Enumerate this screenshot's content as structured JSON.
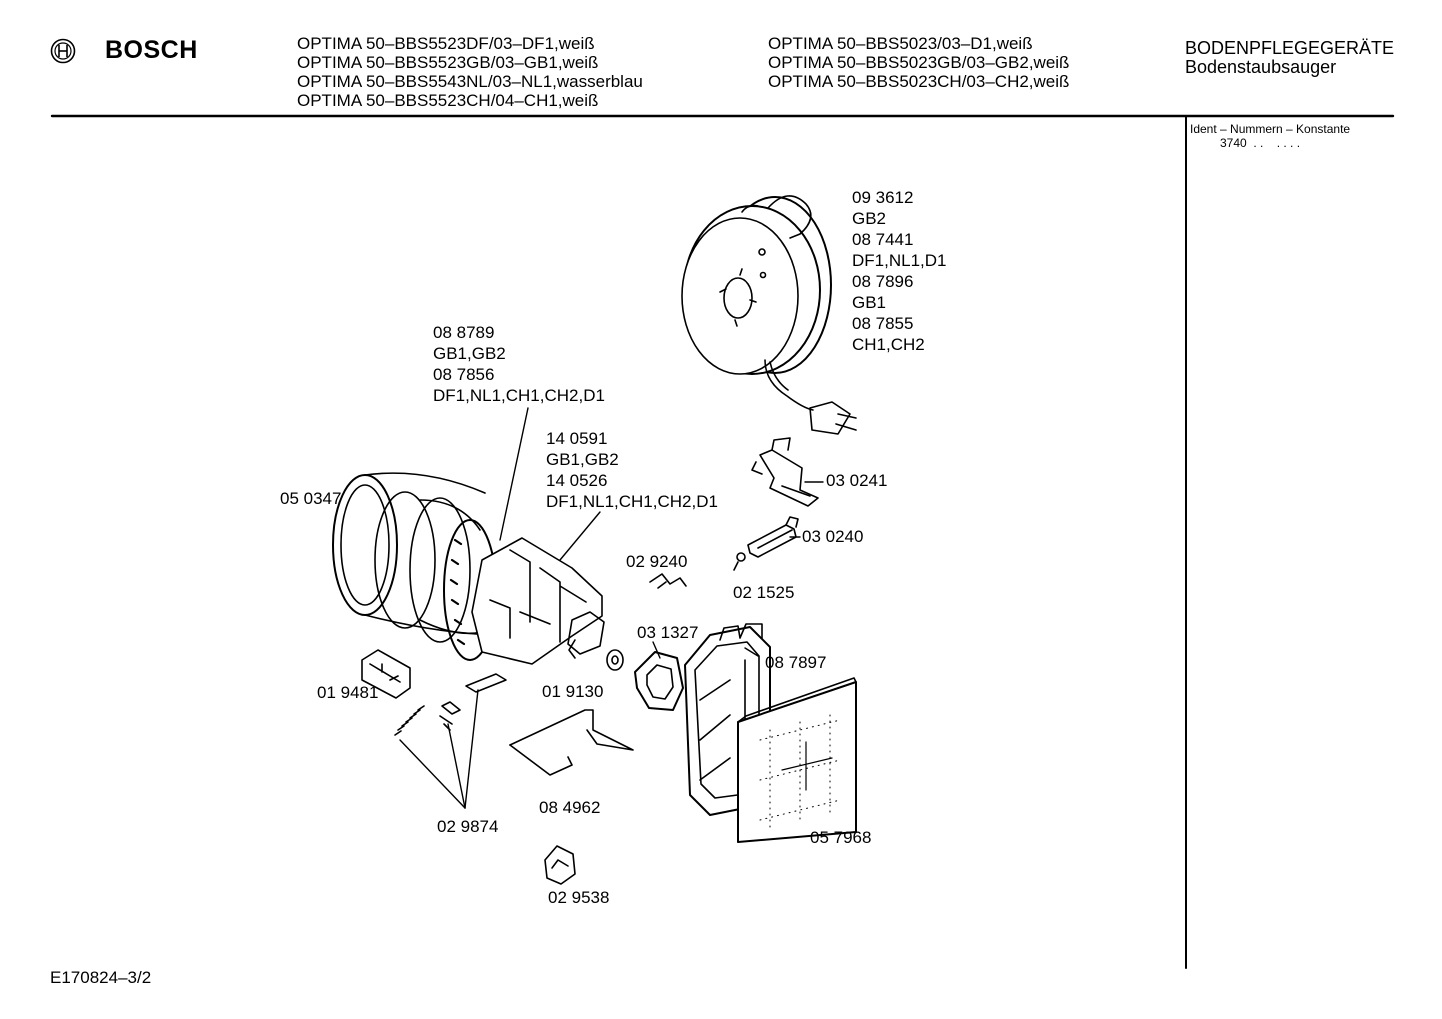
{
  "brand": {
    "name": "BOSCH"
  },
  "header": {
    "models_col1": [
      "OPTIMA 50–BBS5523DF/03–DF1,weiß",
      "OPTIMA 50–BBS5523GB/03–GB1,weiß",
      "OPTIMA 50–BBS5543NL/03–NL1,wasserblau",
      "OPTIMA 50–BBS5523CH/04–CH1,weiß"
    ],
    "models_col2": [
      "OPTIMA 50–BBS5023/03–D1,weiß",
      "OPTIMA 50–BBS5023GB/03–GB2,weiß",
      "OPTIMA 50–BBS5023CH/03–CH2,weiß"
    ],
    "category": "BODENPFLEGEGERÄTE",
    "subcategory": "Bodenstaubsauger"
  },
  "side_panel": {
    "title": "Ident – Nummern – Konstante",
    "value": "3740  . .    . . . ."
  },
  "parts": {
    "cable_reel": [
      "09 3612",
      "GB2",
      "08 7441",
      "DF1,NL1,D1",
      "08 7896",
      "GB1",
      "08 7855",
      "CH1,CH2"
    ],
    "motor_housing": [
      "08 8789",
      "GB1,GB2",
      "08 7856",
      "DF1,NL1,CH1,CH2,D1"
    ],
    "motor": [
      "14 0591",
      "GB1,GB2",
      "14 0526",
      "DF1,NL1,CH1,CH2,D1"
    ],
    "p_050347": "05 0347",
    "p_030241": "03 0241",
    "p_030240": "03 0240",
    "p_029240": "02 9240",
    "p_021525": "02 1525",
    "p_031327": "03 1327",
    "p_087897": "08 7897",
    "p_019481": "01 9481",
    "p_019130": "01 9130",
    "p_084962": "08 4962",
    "p_029874": "02 9874",
    "p_057968": "05 7968",
    "p_029538": "02 9538"
  },
  "footer": {
    "doc_id": "E170824–3/2"
  }
}
